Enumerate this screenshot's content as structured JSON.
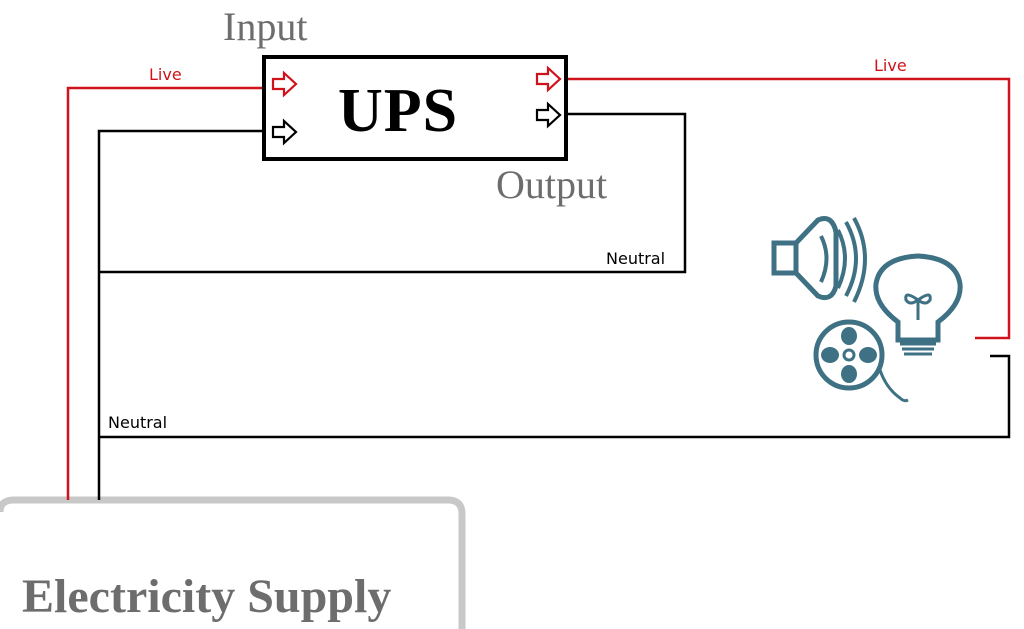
{
  "diagram": {
    "input_label": "Input",
    "output_label": "Output",
    "ups_label": "UPS",
    "supply_label": "Electricity Supply",
    "wires": {
      "live_in_label": "Live",
      "live_out_label": "Live",
      "neutral_ups_label": "Neutral",
      "neutral_load_label": "Neutral"
    },
    "icons": {
      "speaker": "speaker-icon",
      "light_bulb": "light-bulb-icon",
      "film_reel": "film-reel-icon",
      "arrow": "arrow-right-icon"
    },
    "colors": {
      "live": "#d0121b",
      "neutral": "#000000",
      "appliance": "#3f7184",
      "label_grey": "#6d6d6d",
      "supply_border": "#c8c8c8"
    }
  }
}
